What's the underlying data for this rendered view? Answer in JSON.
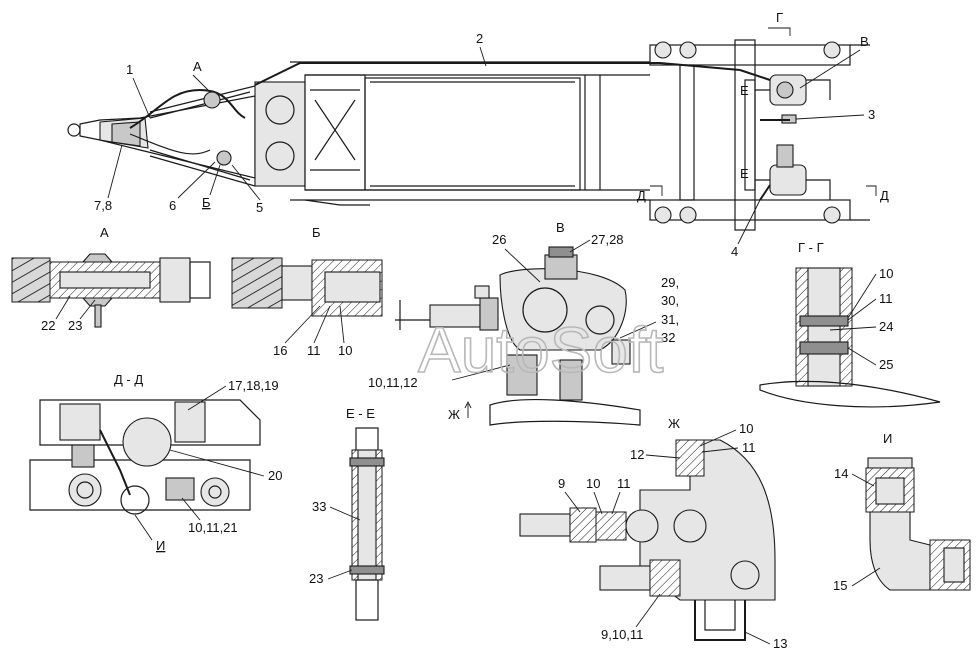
{
  "labels": {
    "l1": "1",
    "l2": "2",
    "l3": "3",
    "l4": "4",
    "l5": "5",
    "l6": "6",
    "l78": "7,8",
    "lA": "А",
    "lB": "Б",
    "lV": "В",
    "lG": "Г",
    "lD": "Д",
    "lE": "Е",
    "l26": "26",
    "l2728": "27,28",
    "l29": "29,",
    "l30": "30,",
    "l31": "31,",
    "l32": "32",
    "l101112a": "10,11,12",
    "l22": "22",
    "l23a": "23",
    "l16": "16",
    "l11a": "11",
    "l10a": "10",
    "l1011g": "10",
    "l11g": "11",
    "l24": "24",
    "l25": "25",
    "l171819": "17,18,19",
    "l20": "20",
    "l101121": "10,11,21",
    "l33": "33",
    "l23b": "23",
    "l12": "12",
    "l10zh": "10",
    "l11zh": "11",
    "l9": "9",
    "l10zh2": "10",
    "l11zh2": "11",
    "l91011": "9,10,11",
    "l13": "13",
    "l14": "14",
    "l15": "15",
    "lZhArrow": "Ж",
    "lI": "И"
  },
  "section_titles": {
    "A": "А",
    "B": "Б",
    "V": "В",
    "GG": "Г - Г",
    "DD": "Д - Д",
    "EE": "Е - Е",
    "Zh": "Ж",
    "I": "И"
  },
  "watermark": "AutoSoft"
}
